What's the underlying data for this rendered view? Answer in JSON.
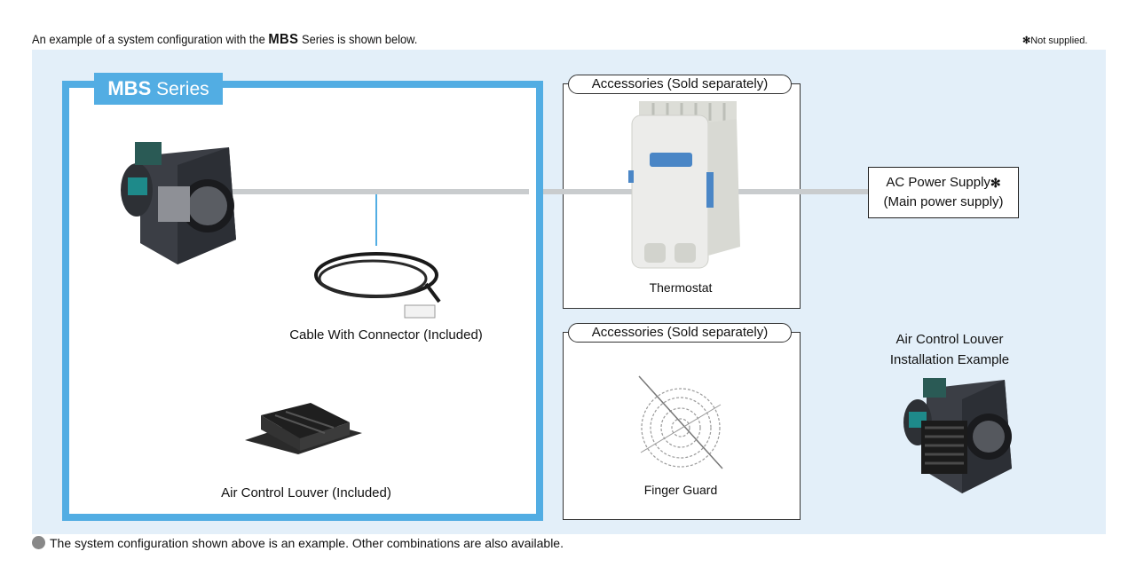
{
  "intro": {
    "before": "An example of a system configuration with the ",
    "brand": "MBS",
    "after": " Series is shown below."
  },
  "note": {
    "symbol": "✻",
    "text": "Not supplied."
  },
  "series": {
    "brand": "MBS",
    "word": "Series"
  },
  "accessories": [
    {
      "tab": "Accessories (Sold separately)",
      "item": "Thermostat"
    },
    {
      "tab": "Accessories (Sold separately)",
      "item": "Finger Guard"
    }
  ],
  "included": {
    "cable": "Cable With Connector (Included)",
    "louver": "Air Control Louver (Included)"
  },
  "power": {
    "line1": "AC Power Supply",
    "symbol": "✻",
    "line2": "(Main power supply)"
  },
  "example": {
    "line1": "Air Control Louver",
    "line2": "Installation Example"
  },
  "footer": "The system configuration shown above is an example. Other combinations are also available.",
  "colors": {
    "accent": "#52ade3",
    "panel_bg": "#e3eff9",
    "connector_line": "#c9ccce"
  }
}
